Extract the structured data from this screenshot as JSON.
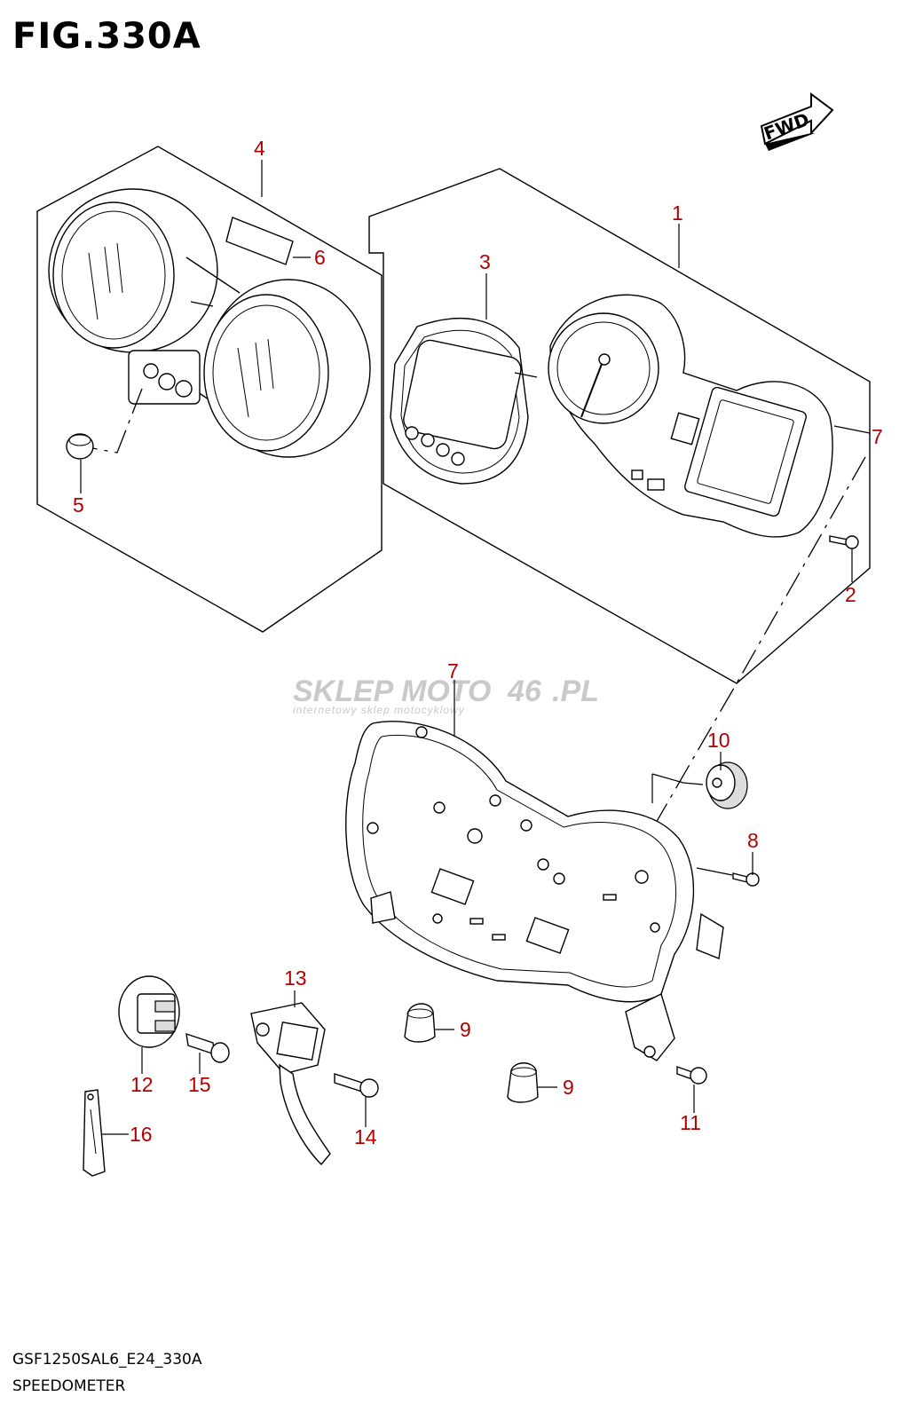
{
  "figure": {
    "title": "FIG.330A",
    "model_code": "GSF1250SAL6_E24_330A",
    "name": "SPEEDOMETER"
  },
  "direction_indicator": {
    "label": "FWD"
  },
  "watermark": {
    "main_a": "SKLEP",
    "main_b": "MOTO",
    "main_c": "46",
    "main_d": ".PL",
    "subtitle": "internetowy sklep motocyklowy"
  },
  "callouts": {
    "c1": "1",
    "c2": "2",
    "c3": "3",
    "c4": "4",
    "c5": "5",
    "c6": "6",
    "c7": "7",
    "c7b": "7",
    "c8": "8",
    "c9a": "9",
    "c9b": "9",
    "c10": "10",
    "c11": "11",
    "c12": "12",
    "c13": "13",
    "c14": "14",
    "c15": "15",
    "c16": "16"
  },
  "colors": {
    "callout": "#b00000",
    "line": "#000000",
    "watermark": "#c9c9c9"
  }
}
